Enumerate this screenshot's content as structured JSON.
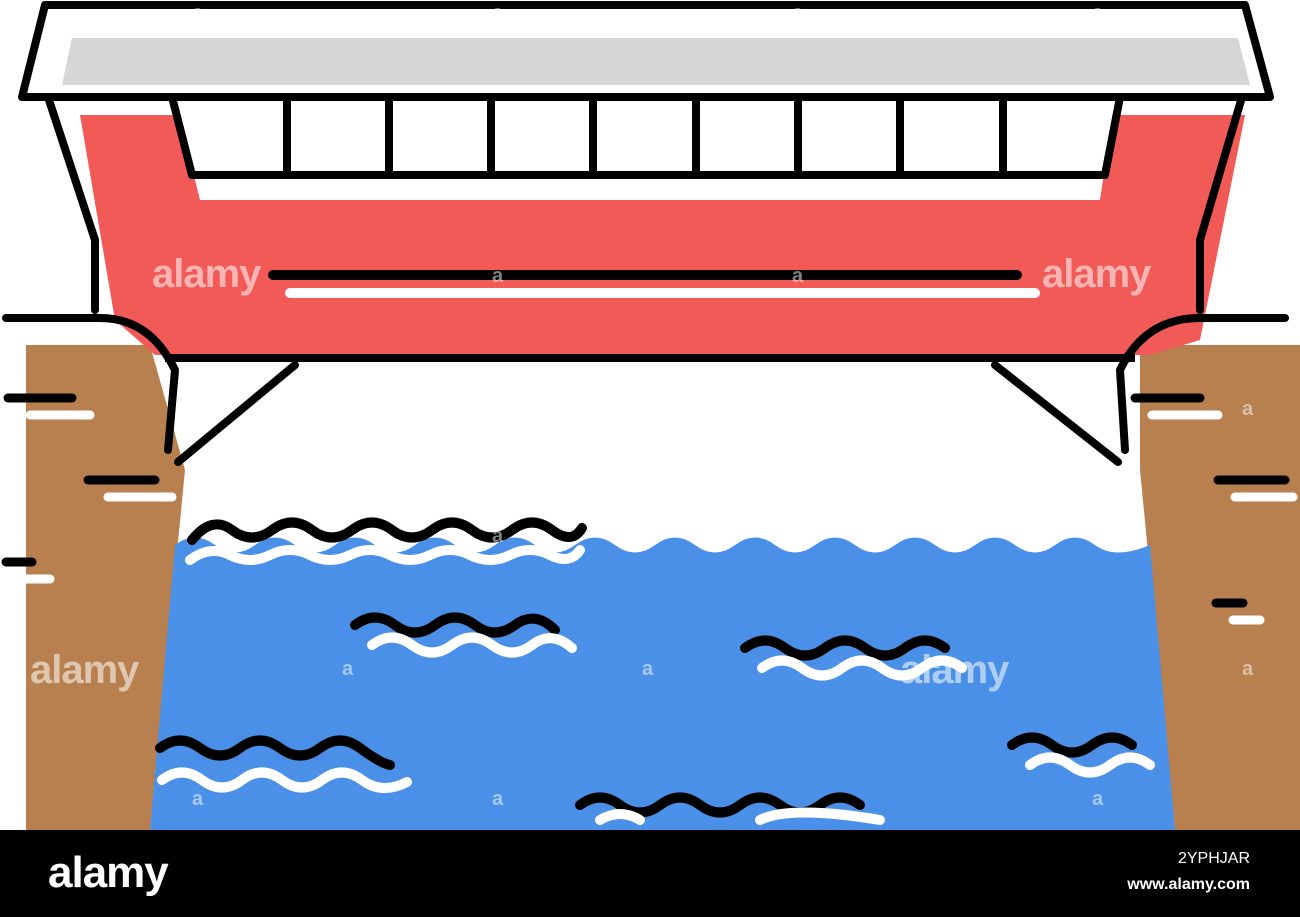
{
  "illustration": {
    "subject": "covered bridge over river",
    "colors": {
      "roof": "#d6d6d6",
      "bridge_body": "#f25a57",
      "bank": "#b8804e",
      "water": "#4a90e8",
      "outline": "#000000",
      "background": "#ffffff"
    }
  },
  "watermarks": {
    "main": "alamy",
    "small": "a"
  },
  "footer": {
    "logo": "alamy",
    "image_id": "2YPHJAR",
    "url": "www.alamy.com"
  }
}
